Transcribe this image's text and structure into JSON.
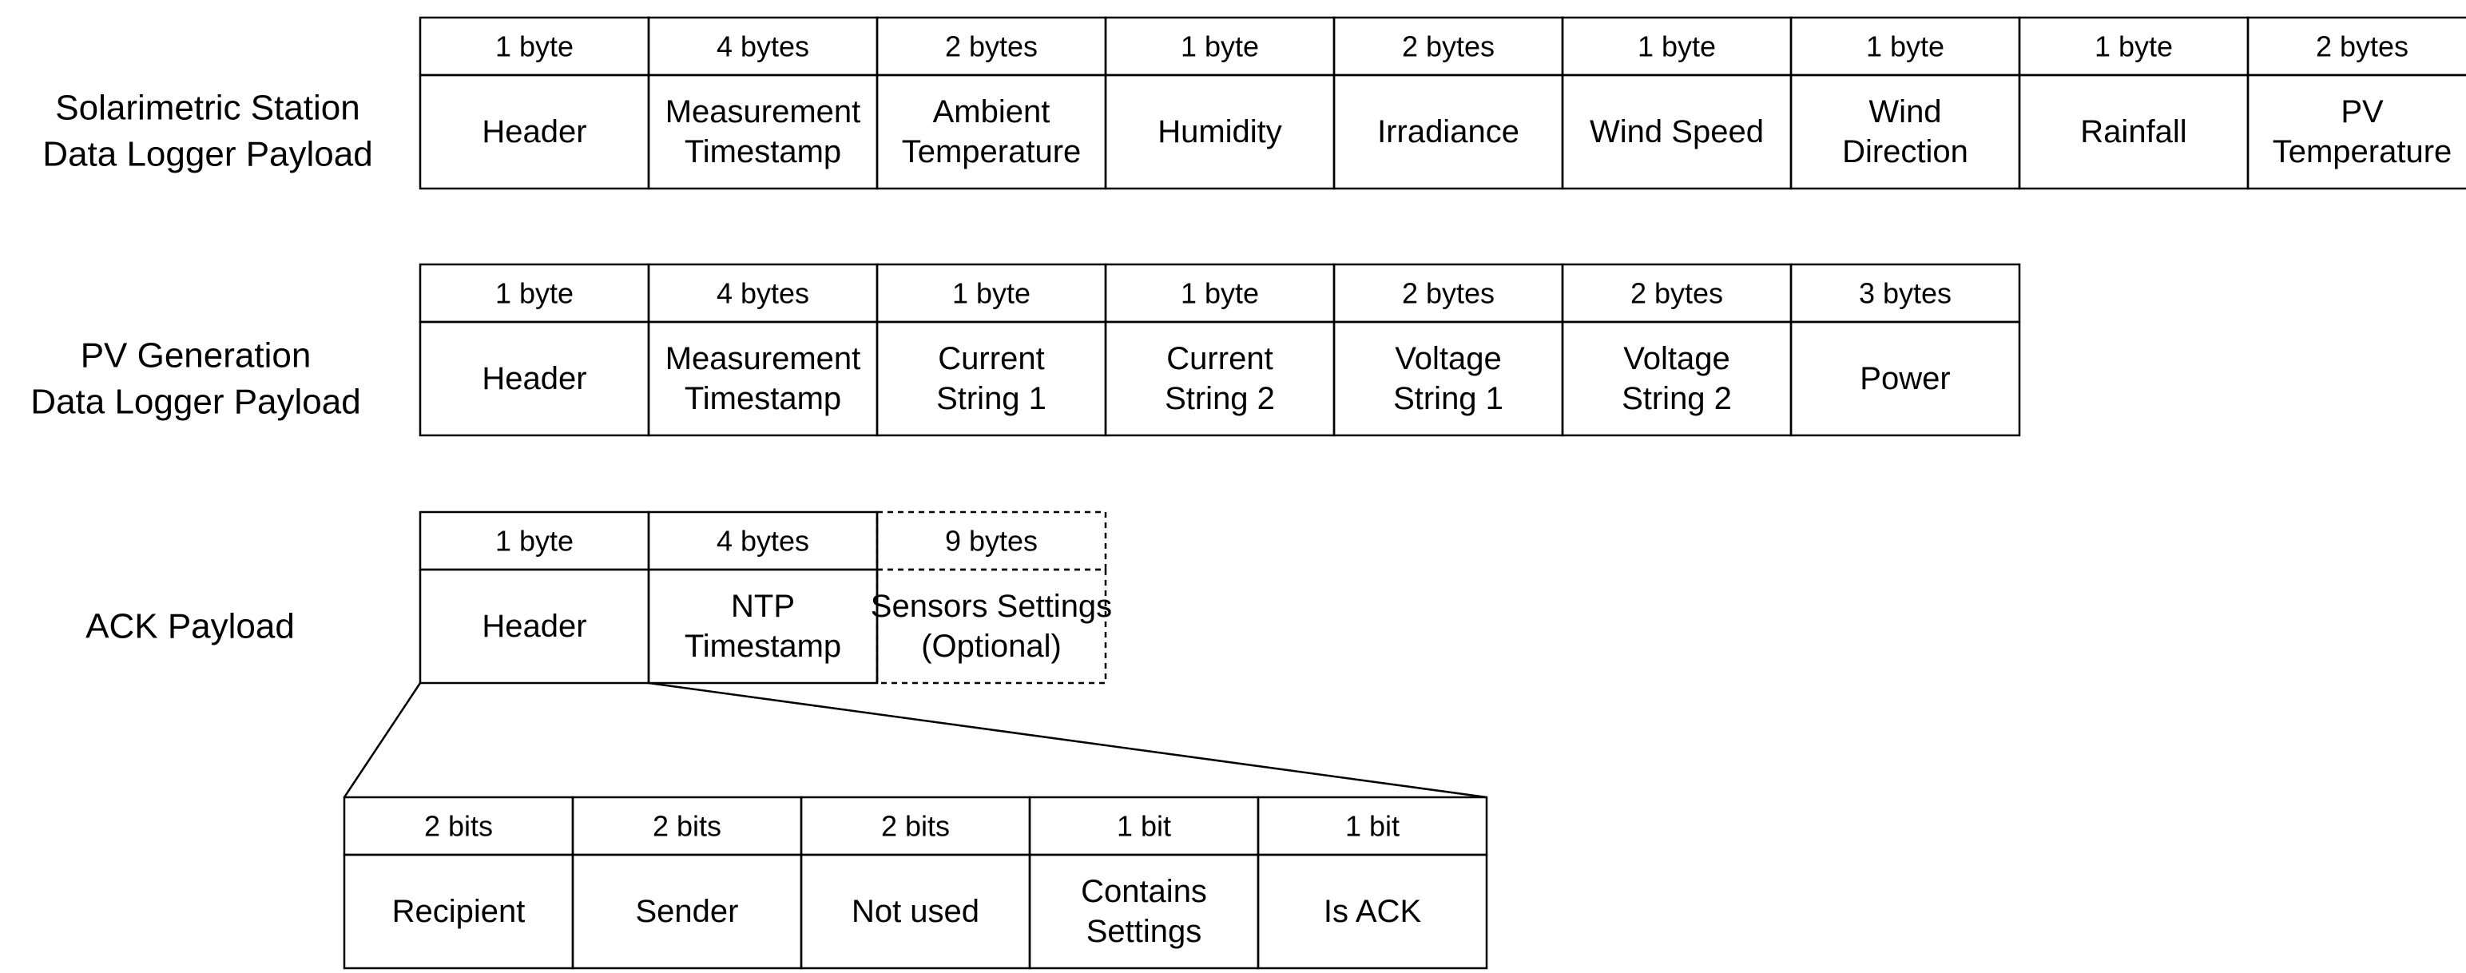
{
  "payloads": [
    {
      "label_lines": [
        "Solarimetric Station",
        "Data Logger Payload"
      ],
      "fields": [
        {
          "size": "1 byte",
          "lines": [
            "Header"
          ]
        },
        {
          "size": "4 bytes",
          "lines": [
            "Measurement",
            "Timestamp"
          ]
        },
        {
          "size": "2 bytes",
          "lines": [
            "Ambient",
            "Temperature"
          ]
        },
        {
          "size": "1 byte",
          "lines": [
            "Humidity"
          ]
        },
        {
          "size": "2 bytes",
          "lines": [
            "Irradiance"
          ]
        },
        {
          "size": "1 byte",
          "lines": [
            "Wind Speed"
          ]
        },
        {
          "size": "1 byte",
          "lines": [
            "Wind",
            "Direction"
          ]
        },
        {
          "size": "1 byte",
          "lines": [
            "Rainfall"
          ]
        },
        {
          "size": "2 bytes",
          "lines": [
            "PV",
            "Temperature"
          ]
        }
      ]
    },
    {
      "label_lines": [
        "PV Generation",
        "Data Logger Payload"
      ],
      "fields": [
        {
          "size": "1 byte",
          "lines": [
            "Header"
          ]
        },
        {
          "size": "4 bytes",
          "lines": [
            "Measurement",
            "Timestamp"
          ]
        },
        {
          "size": "1 byte",
          "lines": [
            "Current",
            "String 1"
          ]
        },
        {
          "size": "1 byte",
          "lines": [
            "Current",
            "String 2"
          ]
        },
        {
          "size": "2 bytes",
          "lines": [
            "Voltage",
            "String 1"
          ]
        },
        {
          "size": "2 bytes",
          "lines": [
            "Voltage",
            "String 2"
          ]
        },
        {
          "size": "3 bytes",
          "lines": [
            "Power"
          ]
        }
      ]
    },
    {
      "label_lines": [
        "ACK Payload"
      ],
      "fields": [
        {
          "size": "1 byte",
          "lines": [
            "Header"
          ]
        },
        {
          "size": "4 bytes",
          "lines": [
            "NTP",
            "Timestamp"
          ]
        },
        {
          "size": "9 bytes",
          "lines": [
            "Sensors Settings",
            "(Optional)"
          ],
          "optional": true
        }
      ]
    }
  ],
  "header_bits": {
    "fields": [
      {
        "size": "2 bits",
        "lines": [
          "Recipient"
        ]
      },
      {
        "size": "2 bits",
        "lines": [
          "Sender"
        ]
      },
      {
        "size": "2 bits",
        "lines": [
          "Not used"
        ]
      },
      {
        "size": "1 bit",
        "lines": [
          "Contains",
          "Settings"
        ]
      },
      {
        "size": "1 bit",
        "lines": [
          "Is ACK"
        ]
      }
    ]
  },
  "colors": {
    "line": "#000000",
    "text": "#000000",
    "background": "#ffffff"
  }
}
